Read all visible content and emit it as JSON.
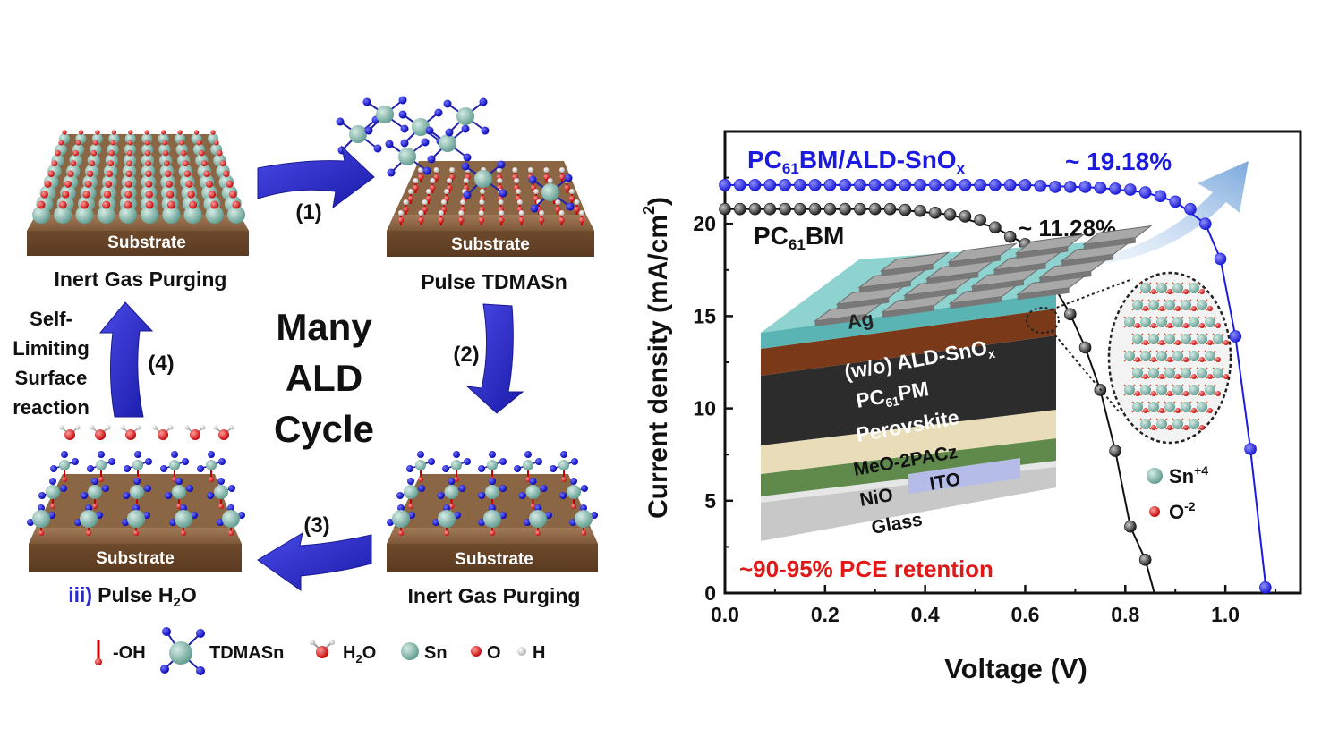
{
  "cycle": {
    "center_lines": [
      "Many",
      "ALD",
      "Cycle"
    ],
    "substrate_label": "Substrate",
    "step_labels": [
      "(1)",
      "(2)",
      "(3)",
      "(4)"
    ],
    "stage_labels": {
      "top_left": "Inert Gas Purging",
      "top_right": "Pulse TDMASn",
      "bottom_right": "Inert Gas Purging",
      "bottom_left_prefix": "iii)",
      "bottom_left_text": "Pulse H",
      "bottom_left_sub": "2",
      "bottom_left_suffix": "O"
    },
    "self_limiting_lines": [
      "Self-",
      "Limiting",
      "Surface",
      "reaction"
    ],
    "legend": {
      "oh": "-OH",
      "tdmasn": "TDMASn",
      "h2o_main": "H",
      "h2o_sub": "2",
      "h2o_end": "O",
      "sn": "Sn",
      "o": "O",
      "h": "H"
    },
    "colors": {
      "arrow": "#2222c8",
      "substrate": "#7a5535",
      "sn": "#7fb5aa",
      "o": "#e01818",
      "n": "#1010d0"
    }
  },
  "chart_data": {
    "type": "line",
    "xlabel": "Voltage (V)",
    "ylabel_main": "Current density (mA/cm",
    "ylabel_sup": "2",
    "ylabel_end": ")",
    "xlim": [
      0.0,
      1.15
    ],
    "ylim": [
      0,
      25
    ],
    "xticks": [
      "0.0",
      "0.2",
      "0.4",
      "0.6",
      "0.8",
      "1.0"
    ],
    "xtick_values": [
      0.0,
      0.2,
      0.4,
      0.6,
      0.8,
      1.0
    ],
    "yticks": [
      "0",
      "5",
      "10",
      "15",
      "20"
    ],
    "ytick_values": [
      0,
      5,
      10,
      15,
      20
    ],
    "series": [
      {
        "name_main": "PC",
        "name_sub": "61",
        "name_end": "BM/ALD-SnO",
        "name_sub2": "x",
        "efficiency": "~ 19.18%",
        "color": "#1a1ae0",
        "x": [
          0.0,
          0.03,
          0.06,
          0.09,
          0.12,
          0.15,
          0.18,
          0.21,
          0.24,
          0.27,
          0.3,
          0.33,
          0.36,
          0.39,
          0.42,
          0.45,
          0.48,
          0.51,
          0.54,
          0.57,
          0.6,
          0.63,
          0.66,
          0.69,
          0.72,
          0.75,
          0.78,
          0.81,
          0.84,
          0.87,
          0.9,
          0.93,
          0.96,
          0.99,
          1.02,
          1.05,
          1.08
        ],
        "y": [
          22.1,
          22.1,
          22.1,
          22.1,
          22.1,
          22.1,
          22.1,
          22.1,
          22.1,
          22.1,
          22.1,
          22.1,
          22.1,
          22.1,
          22.1,
          22.1,
          22.1,
          22.1,
          22.1,
          22.1,
          22.1,
          22.05,
          22.0,
          22.0,
          22.0,
          21.95,
          21.9,
          21.85,
          21.7,
          21.5,
          21.2,
          20.8,
          20.0,
          18.1,
          13.9,
          7.8,
          0.3
        ],
        "line_x": [
          0.0,
          0.3,
          0.6,
          0.75,
          0.84,
          0.9,
          0.96,
          0.99,
          1.02,
          1.05,
          1.08,
          1.088
        ],
        "line_y": [
          22.1,
          22.1,
          22.1,
          21.95,
          21.7,
          21.2,
          20.0,
          18.1,
          13.9,
          7.8,
          0.5,
          0.0
        ]
      },
      {
        "name_main": "PC",
        "name_sub": "61",
        "name_end": "BM",
        "efficiency": "~ 11.28%",
        "color": "#111111",
        "x": [
          0.0,
          0.03,
          0.06,
          0.09,
          0.12,
          0.15,
          0.18,
          0.21,
          0.24,
          0.27,
          0.3,
          0.33,
          0.36,
          0.39,
          0.42,
          0.45,
          0.48,
          0.51,
          0.54,
          0.57,
          0.6,
          0.63,
          0.66,
          0.69,
          0.72,
          0.75,
          0.78,
          0.81,
          0.84
        ],
        "y": [
          20.8,
          20.8,
          20.8,
          20.8,
          20.8,
          20.8,
          20.8,
          20.8,
          20.8,
          20.8,
          20.8,
          20.8,
          20.75,
          20.7,
          20.6,
          20.5,
          20.4,
          20.2,
          19.8,
          19.3,
          18.9,
          17.9,
          16.5,
          15.1,
          13.3,
          11.0,
          7.7,
          3.6,
          1.8
        ],
        "line_x": [
          0.0,
          0.33,
          0.45,
          0.54,
          0.6,
          0.63,
          0.66,
          0.69,
          0.72,
          0.75,
          0.78,
          0.81,
          0.84,
          0.858
        ],
        "line_y": [
          20.8,
          20.8,
          20.5,
          19.8,
          18.9,
          17.9,
          16.5,
          15.1,
          13.3,
          11.0,
          7.7,
          3.6,
          1.8,
          0.0
        ]
      }
    ],
    "retention": "~90-95% PCE retention",
    "inset": {
      "layers": [
        "Ag",
        "(w/o) ALD-SnO",
        "PC",
        "Perovskite",
        "MeO-2PACz",
        "NiO",
        "ITO",
        "Glass"
      ],
      "ald_sub": "x",
      "pc_sub": "61",
      "pc_end": "PM",
      "legend_sn": "Sn",
      "legend_sn_sup": "+4",
      "legend_o": "O",
      "legend_o_sup": "-2"
    }
  }
}
